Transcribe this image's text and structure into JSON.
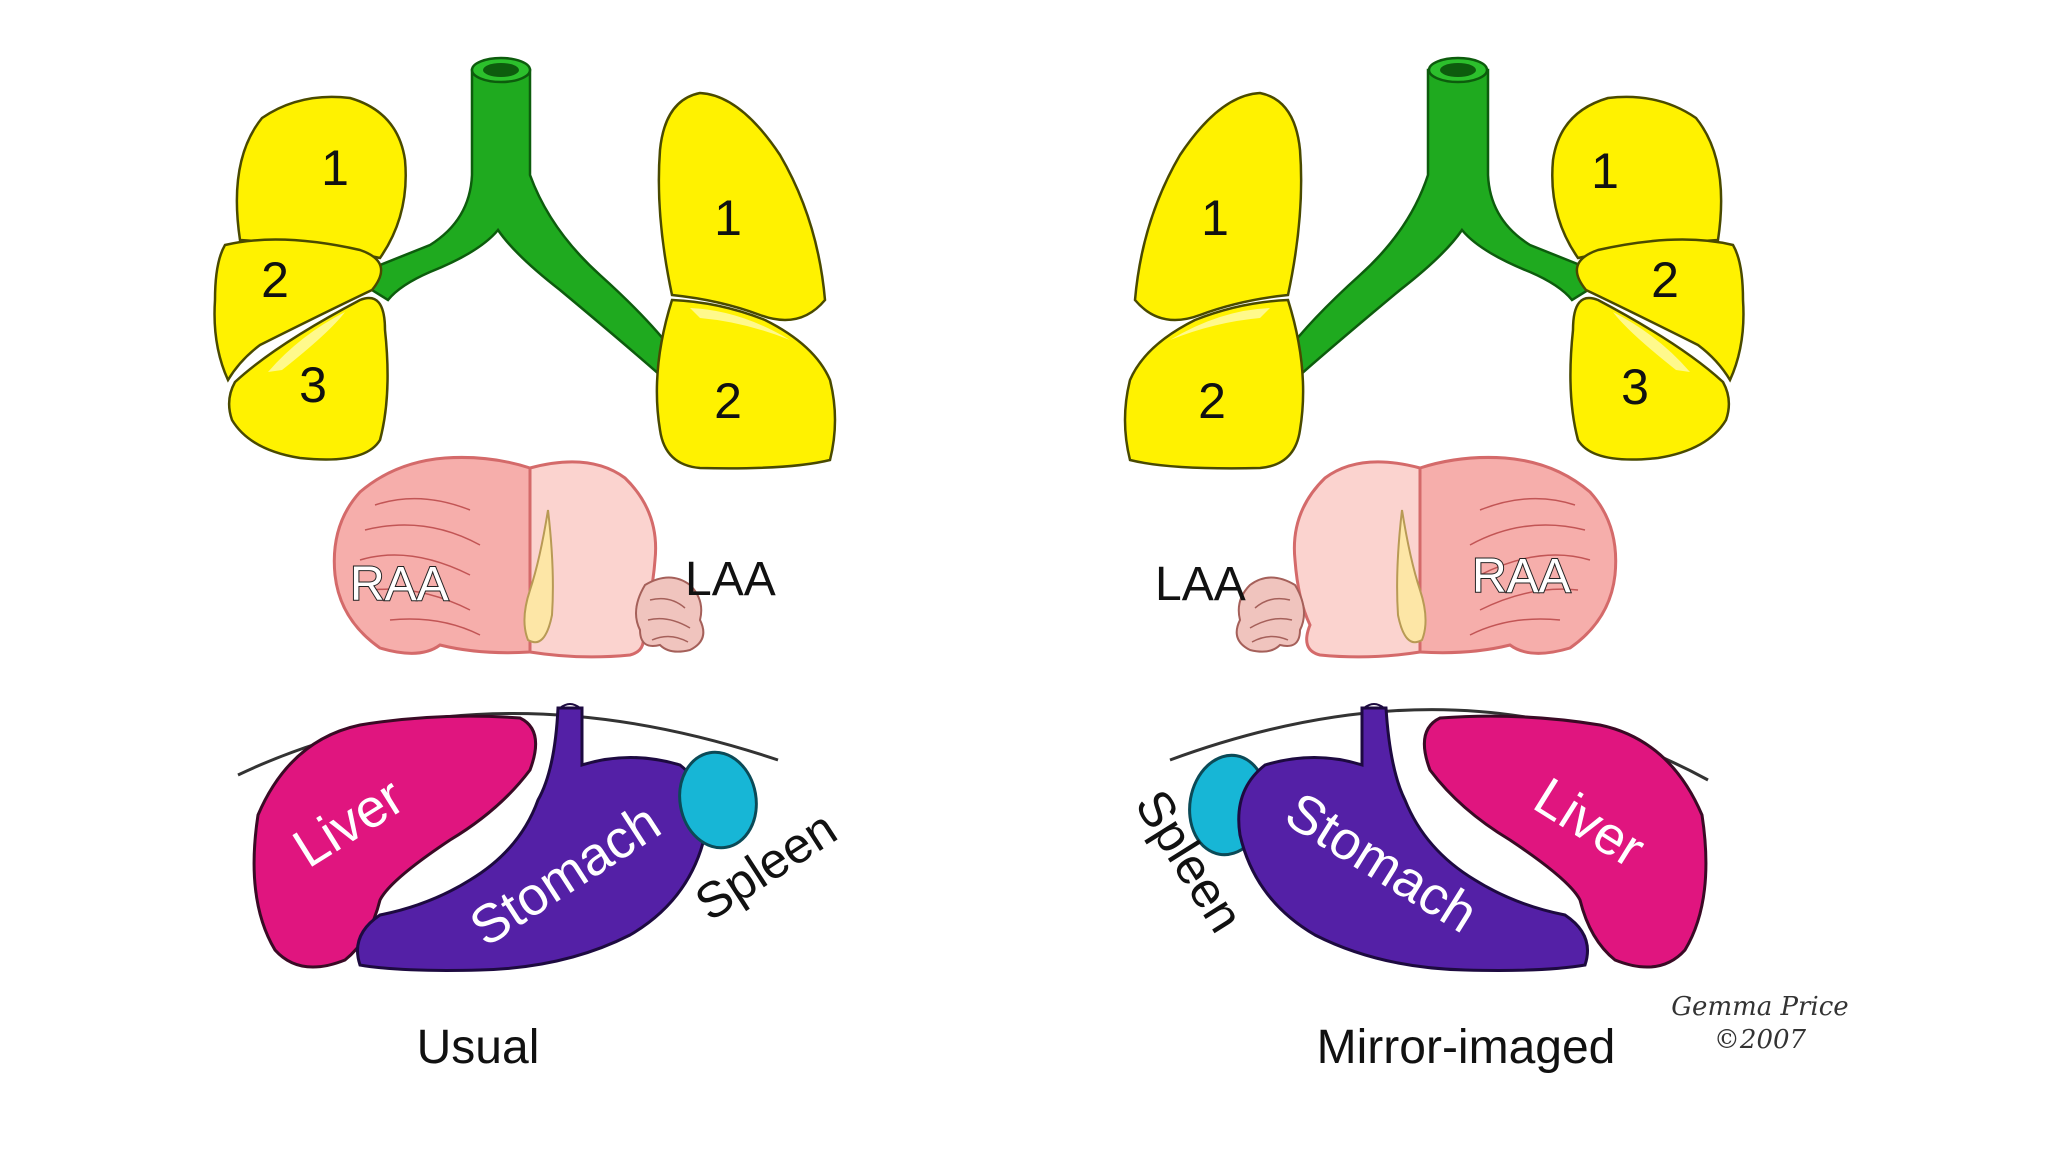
{
  "usual": {
    "caption": "Usual",
    "right_lung_lobes": [
      "1",
      "2",
      "3"
    ],
    "left_lung_lobes": [
      "1",
      "2"
    ],
    "right_atrial_appendage": "RAA",
    "left_atrial_appendage": "LAA",
    "liver": "Liver",
    "stomach": "Stomach",
    "spleen": "Spleen"
  },
  "mirror": {
    "caption": "Mirror-imaged",
    "left_lung_lobes": [
      "1",
      "2"
    ],
    "right_lung_lobes": [
      "1",
      "2",
      "3"
    ],
    "left_atrial_appendage": "LAA",
    "right_atrial_appendage": "RAA",
    "stomach": "Stomach",
    "liver": "Liver",
    "spleen": "Spleen"
  },
  "signature": {
    "name": "Gemma Price",
    "copyright": "©2007"
  },
  "colors": {
    "lung": "#fff200",
    "airway": "#1faa1f",
    "right_atrium": "#f6aeab",
    "left_atrium": "#fbd3cf",
    "liver": "#e0157f",
    "stomach": "#5420a6",
    "spleen": "#17b6d6"
  }
}
